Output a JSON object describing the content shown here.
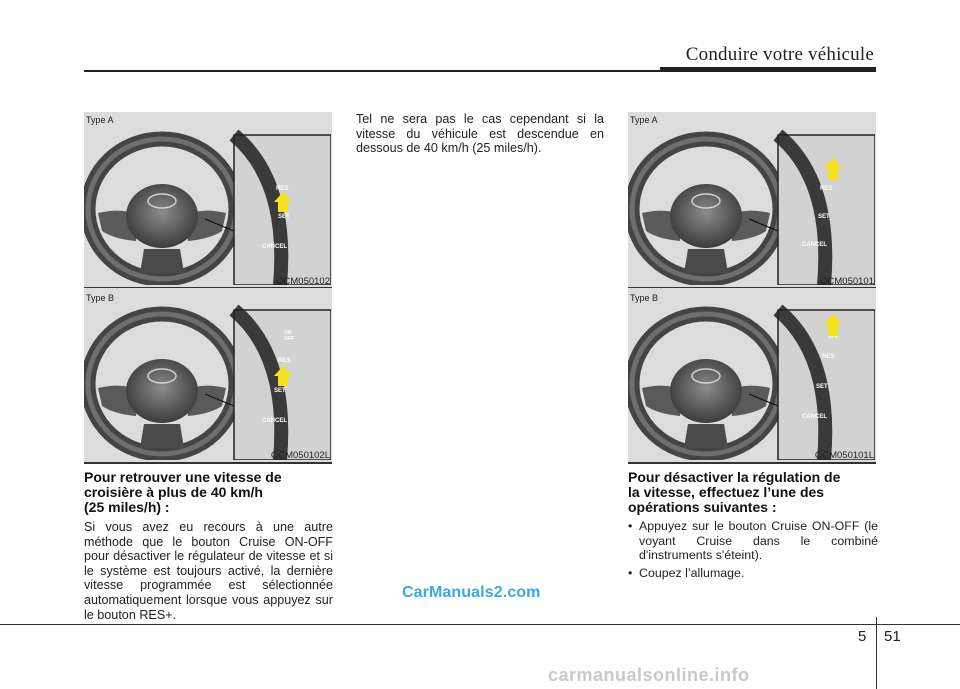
{
  "header": {
    "title": "Conduire votre véhicule"
  },
  "figures": [
    {
      "type_label": "Type A",
      "code": "OCM050102",
      "buttons": [
        "",
        "RES",
        "SET",
        "CANCEL"
      ]
    },
    {
      "type_label": "Type B",
      "code": "OCM050102L",
      "buttons": [
        "ON OFF",
        "RES",
        "SET",
        "CANCEL"
      ]
    },
    {
      "type_label": "Type A",
      "code": "OCM050101",
      "buttons": [
        "",
        "RES",
        "SET",
        "CANCEL"
      ]
    },
    {
      "type_label": "Type B",
      "code": "OCM050101L",
      "buttons": [
        "ON OFF",
        "RES",
        "SET",
        "CANCEL"
      ]
    }
  ],
  "left_section": {
    "heading_lines": [
      "Pour retrouver une vitesse de",
      "croisière à plus de 40 km/h",
      "(25 miles/h) :"
    ],
    "body": "Si vous avez eu recours à une autre méthode que le bouton Cruise ON-OFF pour désactiver le régulateur de vitesse et si le système est toujours activé, la dernière vitesse programmée est sélectionnée automatiquement lorsque vous appuyez sur le bouton RES+."
  },
  "middle_section": {
    "body": "Tel ne sera pas le cas cependant si la vitesse du véhicule est descendue en dessous de 40 km/h (25 miles/h)."
  },
  "right_section": {
    "heading_lines": [
      "Pour désactiver la régulation de",
      "la vitesse, effectuez l’une des",
      "opérations suivantes :"
    ],
    "bullets": [
      "Appuyez sur le bouton Cruise ON-OFF (le voyant Cruise dans le combiné d'instruments s'éteint).",
      "Coupez l’allumage."
    ],
    "bullet_symbol": "•"
  },
  "watermark": "CarManuals2.com",
  "footer": {
    "section": "5",
    "page": "51",
    "site_watermark": "carmanualsonline.info"
  },
  "colors": {
    "arrow": "#f4e21a",
    "watermark": "#3aa7e6",
    "figure_bg": "#dcdcdc"
  }
}
